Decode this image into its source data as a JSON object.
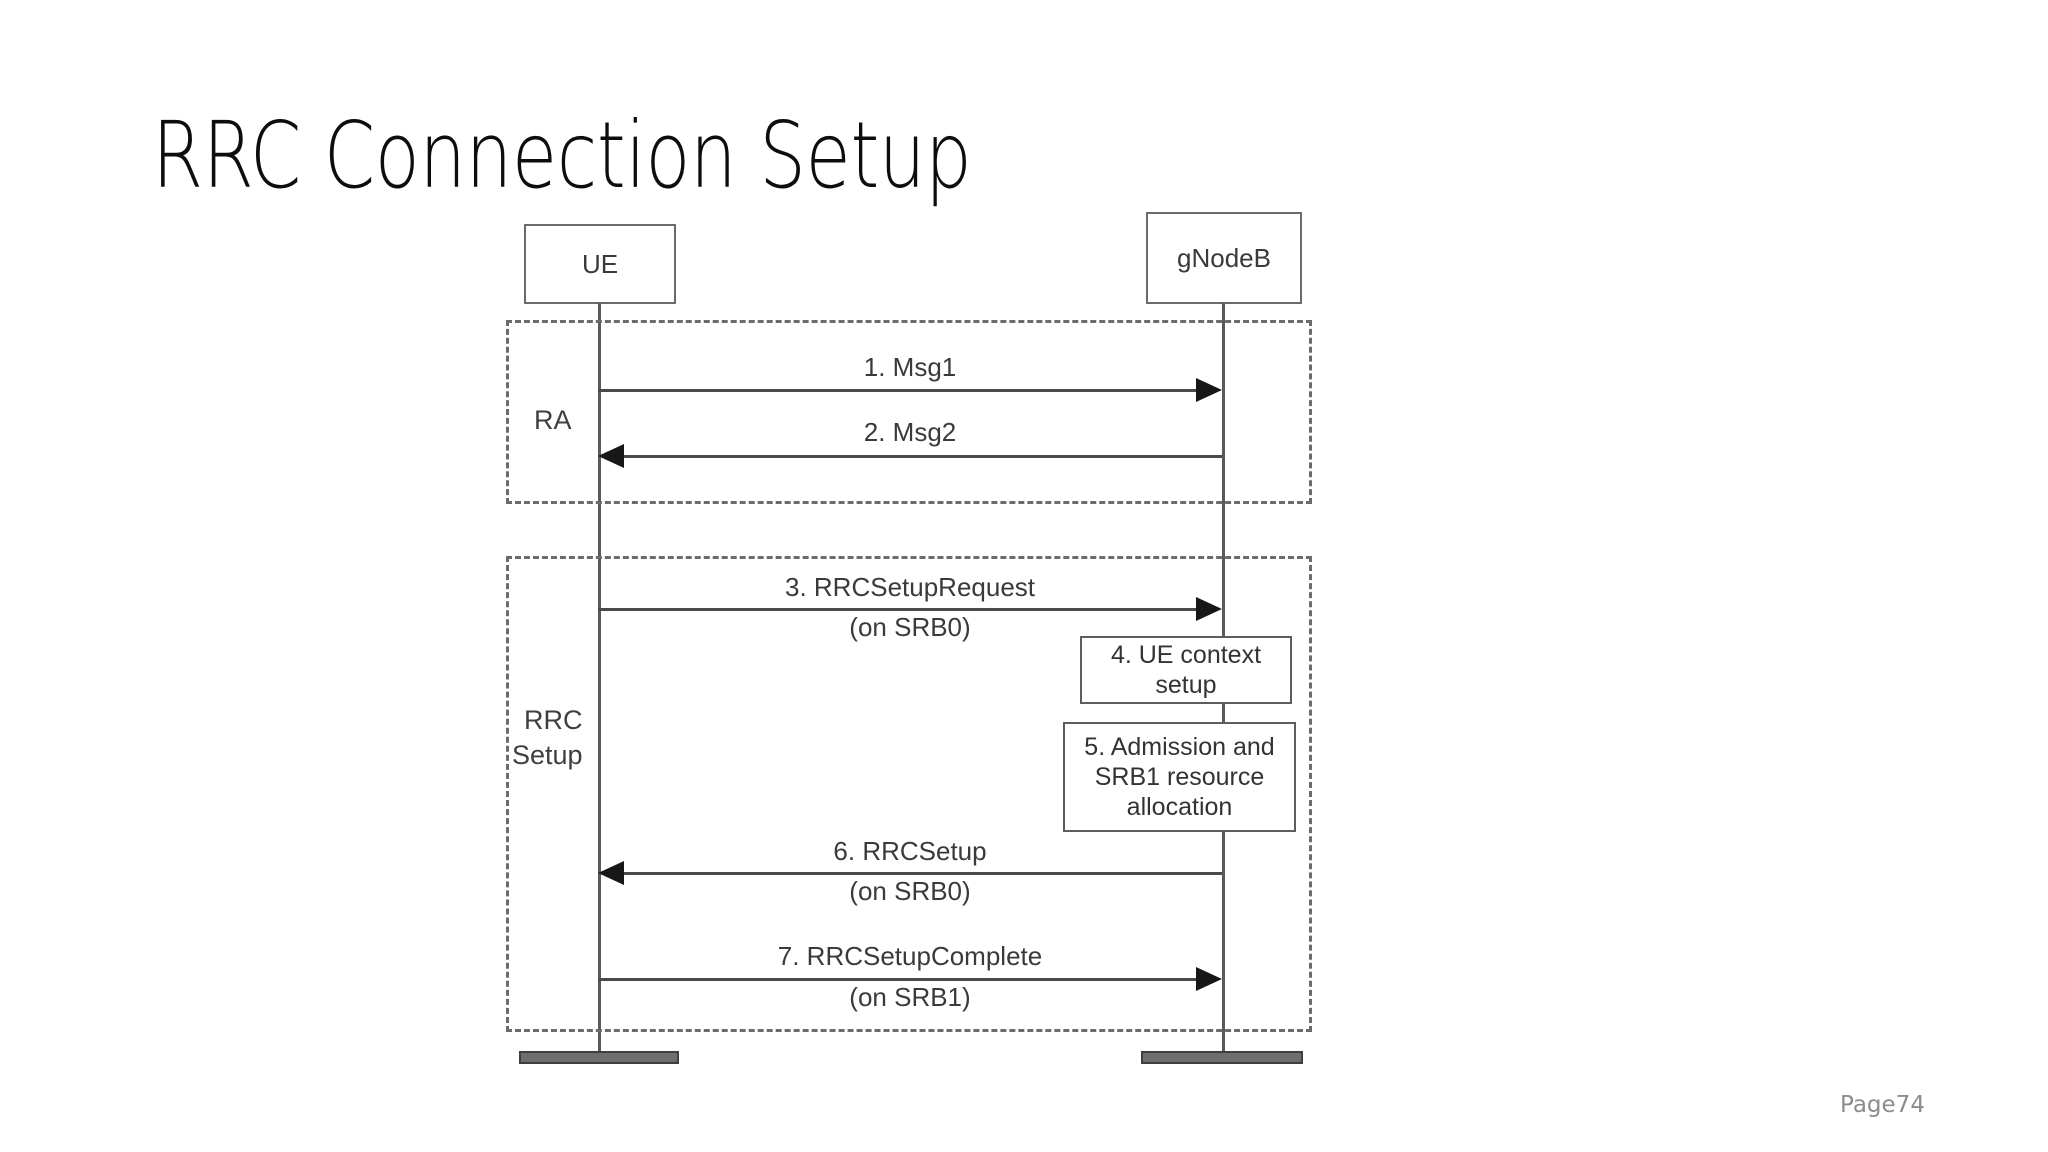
{
  "slide": {
    "title": "RRC Connection Setup",
    "page_number": "Page74",
    "background_color": "#ffffff",
    "title_color": "#0d0d0d",
    "page_number_color": "#8c8c8c"
  },
  "diagram": {
    "type": "sequence-diagram",
    "line_color": "#4a4a4a",
    "frame_color": "#6b6b6b",
    "participants": [
      {
        "id": "ue",
        "label": "UE"
      },
      {
        "id": "gnodeb",
        "label": "gNodeB"
      }
    ],
    "frames": [
      {
        "id": "ra",
        "label": "RA"
      },
      {
        "id": "rrc-setup",
        "label": "RRC\nSetup",
        "label_line1": "RRC",
        "label_line2": "Setup"
      }
    ],
    "messages": [
      {
        "seq": "1",
        "label": "1. Msg1",
        "sub": "",
        "from": "ue",
        "to": "gnodeb",
        "direction": "right",
        "frame": "ra"
      },
      {
        "seq": "2",
        "label": "2. Msg2",
        "sub": "",
        "from": "gnodeb",
        "to": "ue",
        "direction": "left",
        "frame": "ra"
      },
      {
        "seq": "3",
        "label": "3. RRCSetupRequest",
        "sub": "(on SRB0)",
        "from": "ue",
        "to": "gnodeb",
        "direction": "right",
        "frame": "rrc-setup"
      },
      {
        "seq": "6",
        "label": "6. RRCSetup",
        "sub": "(on SRB0)",
        "from": "gnodeb",
        "to": "ue",
        "direction": "left",
        "frame": "rrc-setup"
      },
      {
        "seq": "7",
        "label": "7. RRCSetupComplete",
        "sub": "(on SRB1)",
        "from": "ue",
        "to": "gnodeb",
        "direction": "right",
        "frame": "rrc-setup"
      }
    ],
    "actions": [
      {
        "seq": "4",
        "line1": "4. UE context",
        "line2": "setup",
        "on": "gnodeb"
      },
      {
        "seq": "5",
        "line1": "5. Admission and",
        "line2": "SRB1 resource",
        "line3": "allocation",
        "on": "gnodeb"
      }
    ]
  }
}
